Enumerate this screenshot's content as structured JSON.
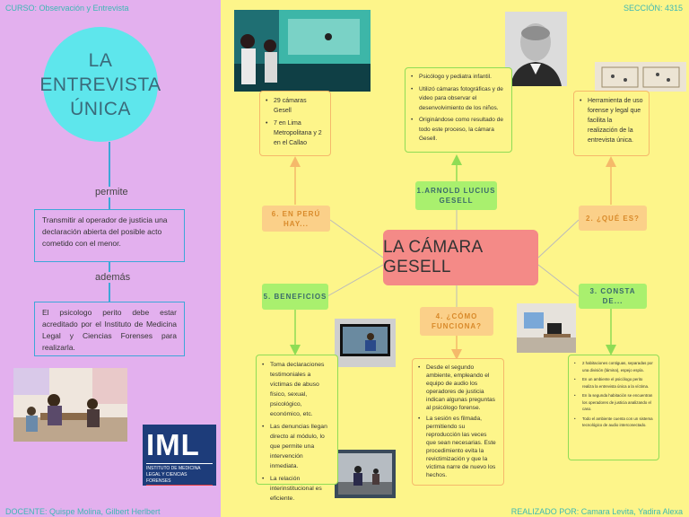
{
  "header": {
    "course": "CURSO: Observación y Entrevista",
    "section": "SECCIÓN: 4315"
  },
  "footer": {
    "teacher": "DOCENTE: Quispe Molina, Gilbert Herlbert",
    "author": "REALIZADO POR: Camara Levita, Yadira Alexa"
  },
  "left": {
    "circle_title": "LA\nENTREVISTA\nÚNICA",
    "label_permite": "permite",
    "box1": "Transmitir al operador de justicia una declaración abierta del posible acto cometido con el menor.",
    "label_ademas": "además",
    "box2": "El psicologo perito debe estar acreditado por el Instituto de Medicina Legal y Ciencias Forenses para realizarla.",
    "logo": {
      "text": "IML",
      "line1": "INSTITUTO DE MEDICINA",
      "line2": "LEGAL Y CIENCIAS FORENSES"
    }
  },
  "center_title": "LA CÁMARA GESELL",
  "nodes": {
    "n1": "1.ARNOLD LUCIUS GESELL",
    "n2": "2. ¿QUÉ ES?",
    "n3": "3. CONSTA DE...",
    "n4": "4. ¿CÓMO FUNCIONA?",
    "n5": "5. BENEFICIOS",
    "n6": "6. EN PERÚ HAY..."
  },
  "boxes": {
    "peru": [
      "29 cámaras Gesell",
      "7 en Lima Metropolitana y 2 en el Callao"
    ],
    "gesell": [
      "Psicólogo y pediatra infantil.",
      "Utilizó cámaras fotográficas y de video para observar el desenvolvimiento de los niños.",
      "Originándose como resultado de todo este proceso, la cámara Gesell."
    ],
    "que_es": [
      "Herramienta de uso forense y legal que facilita la realización de la entrevista única."
    ],
    "beneficios": [
      "Toma declaraciones testimoniales a víctimas de abuso físico, sexual, psicológico, económico, etc.",
      "Las denuncias llegan directo al módulo, lo que permite una intervención inmediata.",
      "La relación interinstitucional es eficiente."
    ],
    "funciona": [
      "Desde el segundo ambiente, empleando el equipo de audio los operadores de justicia indican algunas preguntas al psicólogo forense.",
      "La sesión es filmada, permitiendo su reproducción las veces que sean necesarias. Este procedimiento evita la revictimización y que la víctima narre de nuevo los hechos."
    ],
    "consta": [
      "2 habitaciones contiguas, separadas por una división (lámina), espejo espía.",
      "En un ambiente el psicólogo perito realiza la entrevista única a la víctima.",
      "En la segunda habitación se encuentran los operadores de justicia analizando el caso.",
      "Todo el ambiente cuenta con un sistema tecnológico de audio interconectado."
    ]
  },
  "colors": {
    "left_bg": "#e3b0ee",
    "main_bg": "#fdf58a",
    "circle": "#5ee6ec",
    "title_box": "#f48a87",
    "green_node": "#a9f06e",
    "orange_node": "#fbd089",
    "box_border_blue": "#3da7d8",
    "header_text": "#3db8b4"
  }
}
